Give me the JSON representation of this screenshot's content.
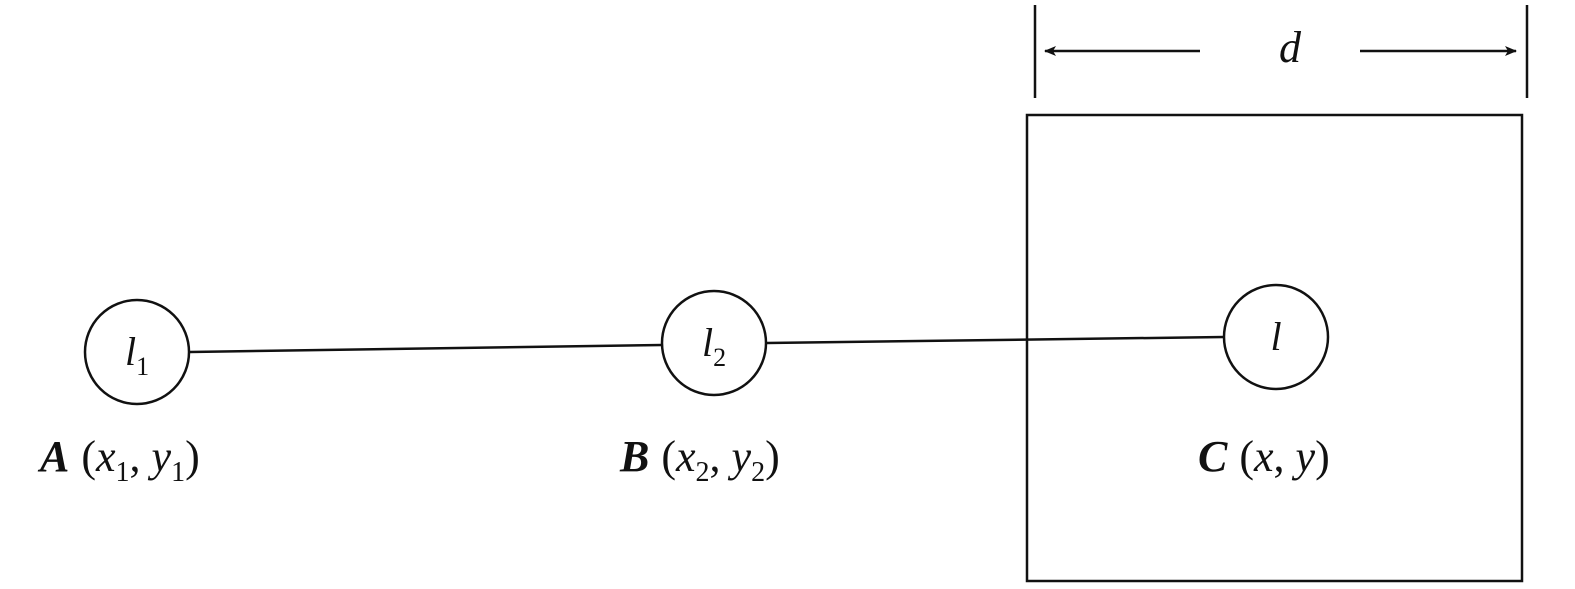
{
  "dimension": {
    "label": "d"
  },
  "nodes": [
    {
      "id": "A",
      "inner_main": "l",
      "inner_sub": "1",
      "label_name": "A",
      "label_open": "(",
      "label_x": "x",
      "label_x_sub": "1",
      "label_sep": ", ",
      "label_y": "y",
      "label_y_sub": "1",
      "label_close": ")"
    },
    {
      "id": "B",
      "inner_main": "l",
      "inner_sub": "2",
      "label_name": "B",
      "label_open": "(",
      "label_x": "x",
      "label_x_sub": "2",
      "label_sep": ", ",
      "label_y": "y",
      "label_y_sub": "2",
      "label_close": ")"
    },
    {
      "id": "C",
      "inner_main": "l",
      "inner_sub": "",
      "label_name": "C",
      "label_open": "(",
      "label_x": "x",
      "label_x_sub": "",
      "label_sep": ", ",
      "label_y": "y",
      "label_y_sub": "",
      "label_close": ")"
    }
  ]
}
